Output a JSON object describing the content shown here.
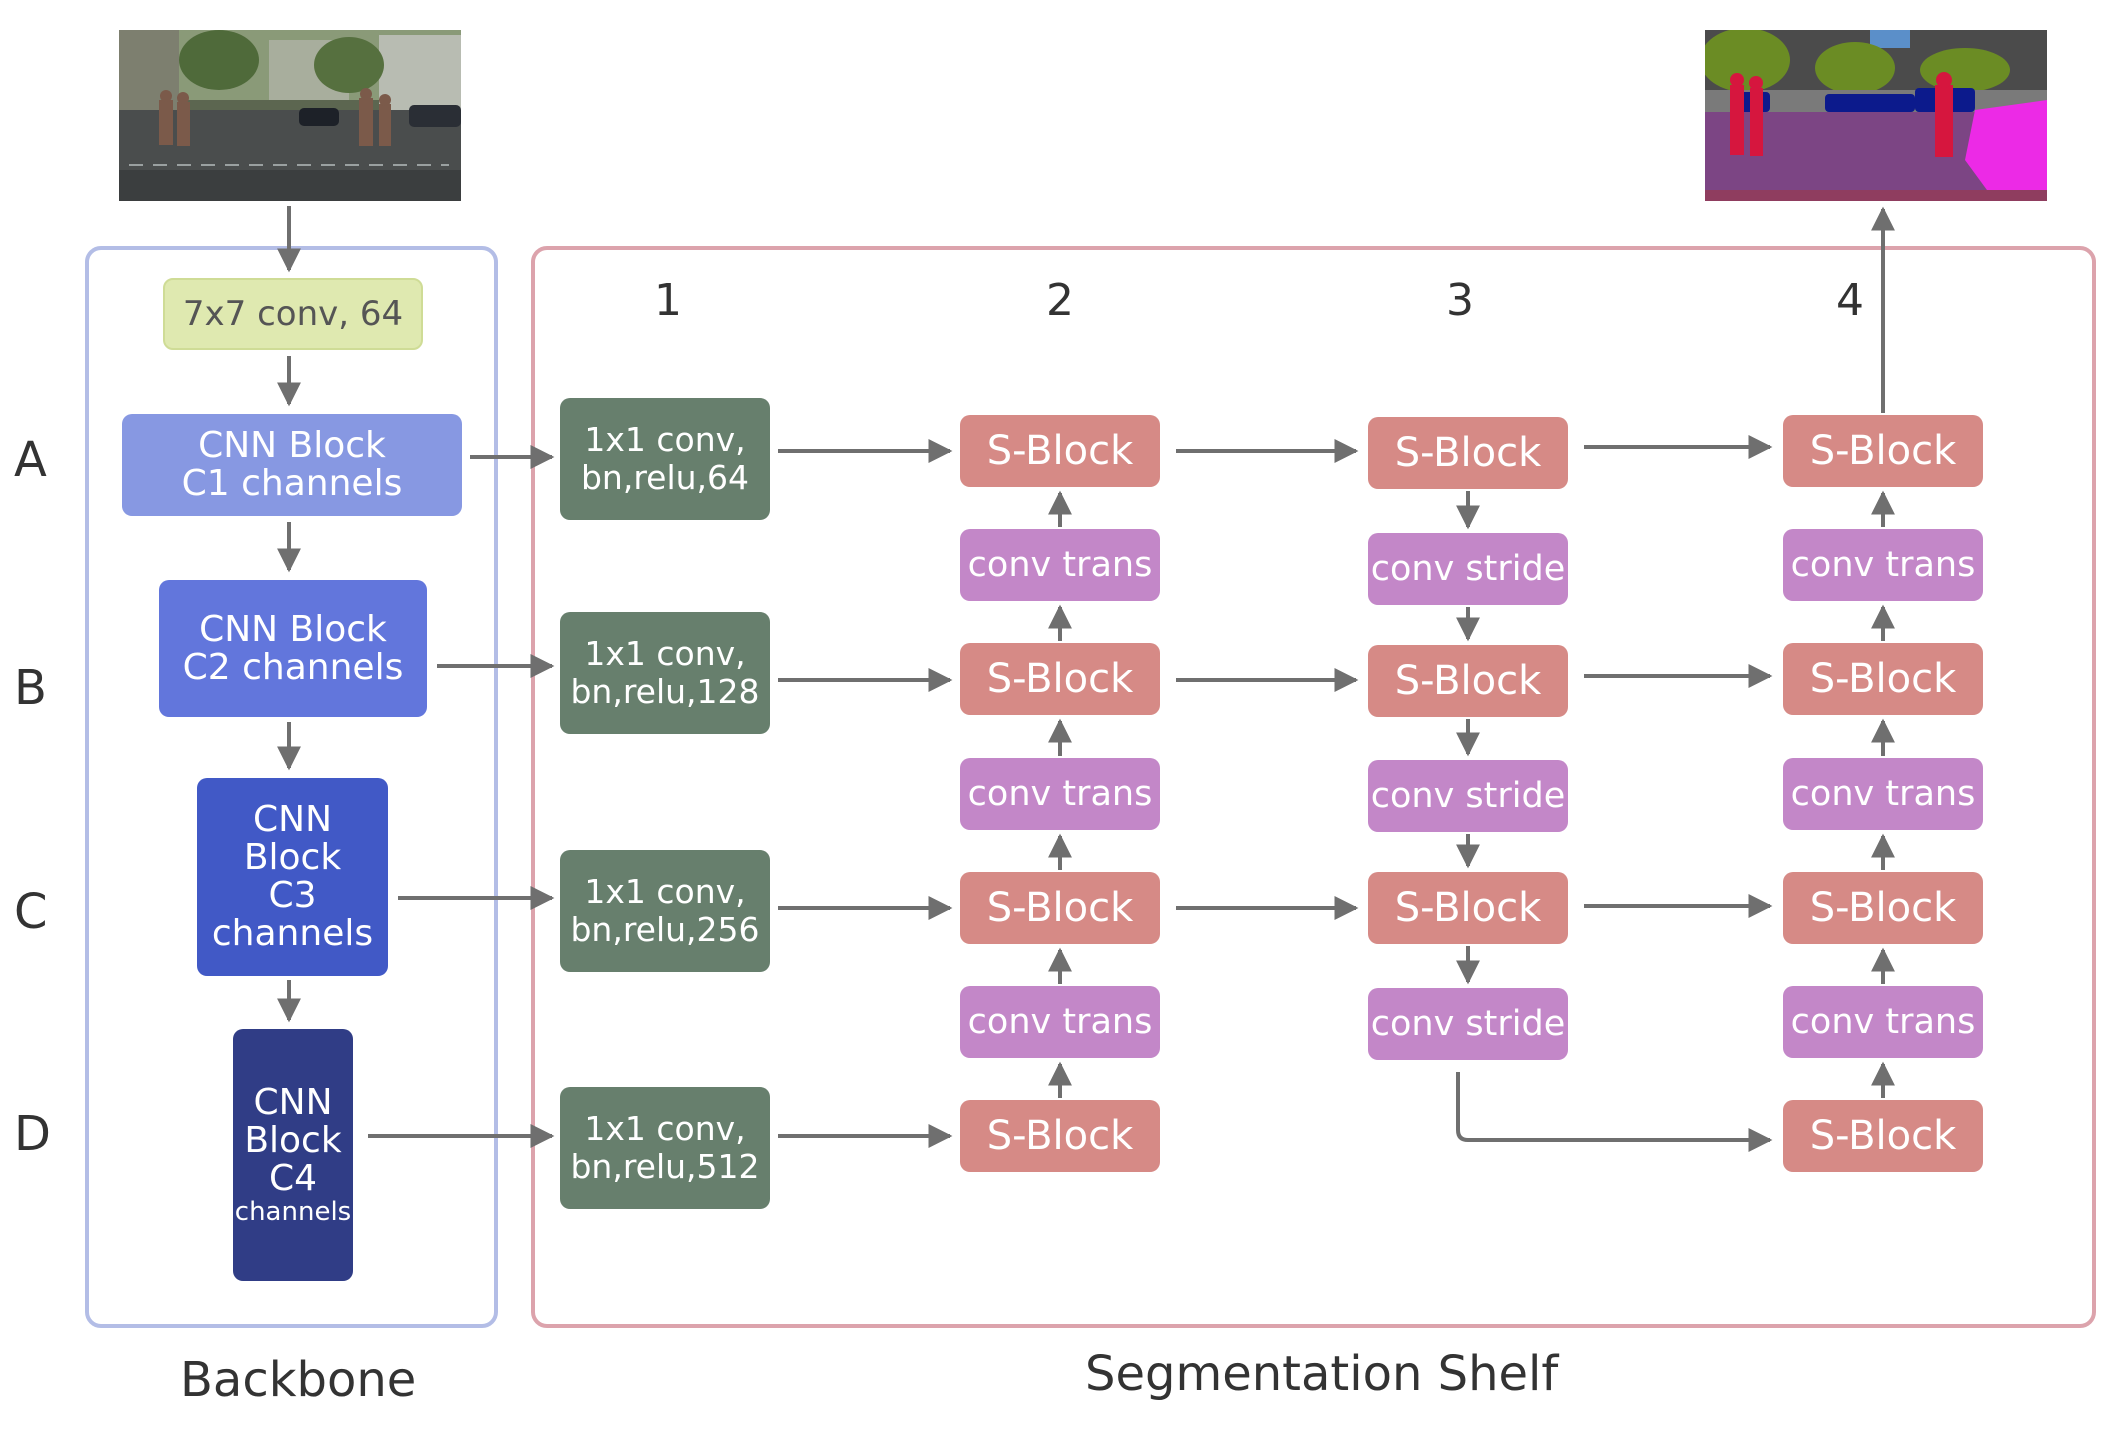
{
  "rows": [
    "A",
    "B",
    "C",
    "D"
  ],
  "columns": [
    "1",
    "2",
    "3",
    "4"
  ],
  "backbone": {
    "title": "Backbone",
    "stem": "7x7 conv, 64",
    "blocks": [
      {
        "lines": [
          "CNN Block",
          "C1 channels"
        ],
        "color": "#8798e2"
      },
      {
        "lines": [
          "CNN Block",
          "C2 channels"
        ],
        "color": "#6276dc"
      },
      {
        "lines": [
          "CNN",
          "Block",
          "C3",
          "channels"
        ],
        "color": "#4159c6"
      },
      {
        "lines": [
          "CNN",
          "Block",
          "C4",
          "channels"
        ],
        "color": "#303d86"
      }
    ],
    "frame_color": "#b3bde6"
  },
  "shelf": {
    "title": "Segmentation Shelf",
    "frame_color": "#dca3ac",
    "reducers": [
      [
        "1x1 conv,",
        "bn,relu,64"
      ],
      [
        "1x1 conv,",
        "bn,relu,128"
      ],
      [
        "1x1 conv,",
        "bn,relu,256"
      ],
      [
        "1x1 conv,",
        "bn,relu,512"
      ]
    ],
    "sblock_label": "S-Block",
    "conv_trans_label": "conv trans",
    "conv_stride_label": "conv stride"
  },
  "colors": {
    "stem": "#dfe9b0",
    "reducer": "#677f6d",
    "sblock": "#d68a86",
    "conv": "#c387c8",
    "arrow": "#6f6f6f"
  }
}
